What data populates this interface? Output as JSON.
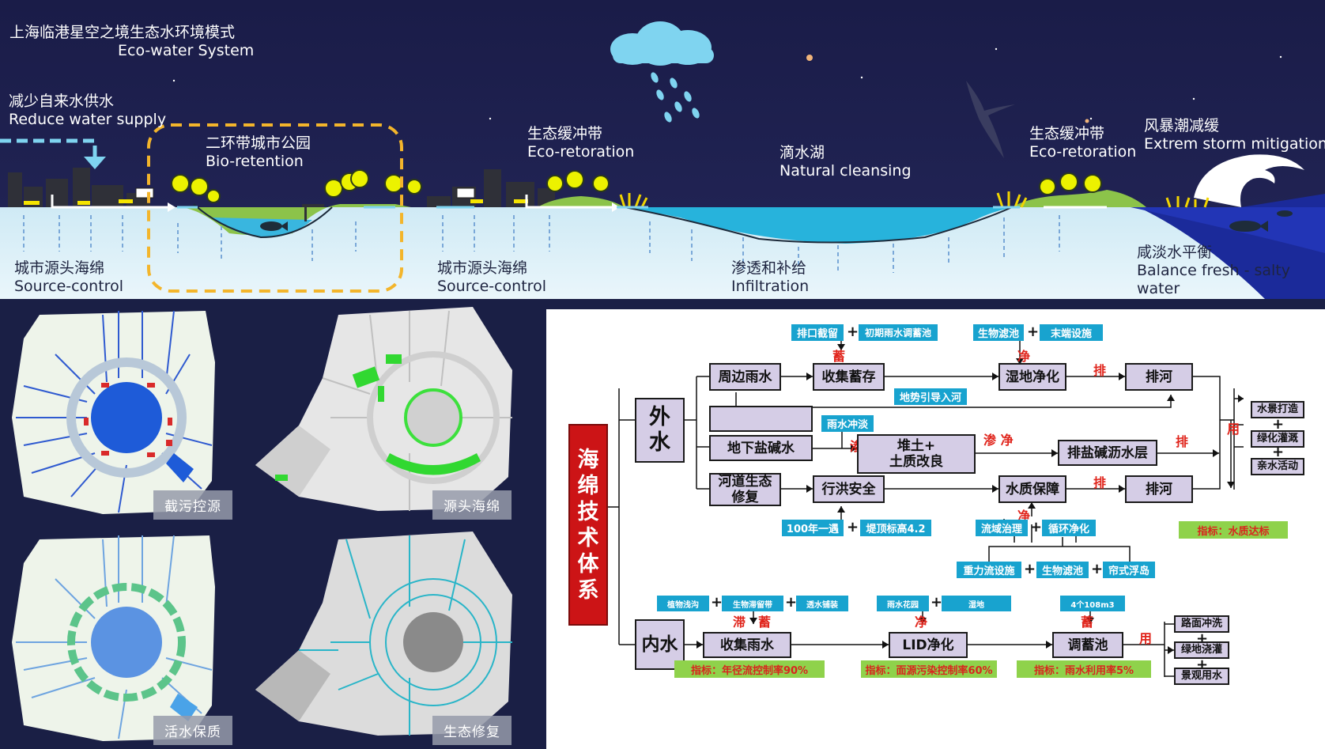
{
  "top": {
    "title_cn": "上海临港星空之境生态水环境模式",
    "title_en": "Eco-water System",
    "reduce_cn": "减少自来水供水",
    "reduce_en": "Reduce water supply",
    "park_cn": "二环带城市公园",
    "park_en": "Bio-retention",
    "eco1_cn": "生态缓冲带",
    "eco1_en": "Eco-retoration",
    "lake_cn": "滴水湖",
    "lake_en": "Natural cleansing",
    "eco2_cn": "生态缓冲带",
    "eco2_en": "Eco-retoration",
    "storm_cn": "风暴潮减缓",
    "storm_en": "Extrem storm mitigation",
    "source1_cn": "城市源头海绵",
    "source1_en": "Source-control",
    "source2_cn": "城市源头海绵",
    "source2_en": "Source-control",
    "infil_cn": "渗透和补给",
    "infil_en": "Infiltration",
    "balance_cn": "咸淡水平衡",
    "balance_en1": "Balance fresh - salty",
    "balance_en2": "water"
  },
  "maps": [
    "截污控源",
    "源头海绵",
    "活水保质",
    "生态修复"
  ],
  "diagram": {
    "side_title": [
      "海",
      "绵",
      "技",
      "术",
      "体",
      "系"
    ],
    "outer": [
      "外",
      "水"
    ],
    "inner": "内水",
    "boxes": {
      "periphery_rain": "周边雨水",
      "collect_store": "收集蓄存",
      "wetland": "湿地净化",
      "discharge1": "排河",
      "saline_ground": "地下盐碱水",
      "soil1": "堆土+",
      "soil2": "土质改良",
      "salt_layer": "排盐碱沥水层",
      "river_eco1": "河道生态",
      "river_eco2": "修复",
      "flood_safety": "行洪安全",
      "water_quality": "水质保障",
      "discharge2": "排河",
      "collect_rain": "收集雨水",
      "lid": "LID净化",
      "storage_pool": "调蓄池"
    },
    "tags": {
      "outlet_intercept": "排口截留",
      "initial_pool": "初期雨水调蓄池",
      "bio_filter1": "生物滤池",
      "end_facility": "末端设施",
      "terrain_guide": "地势引导入河",
      "rain_flush": "雨水冲淡",
      "flood_100": "100年一遇",
      "levee": "堤顶标高4.2",
      "basin": "流域治理",
      "circulation": "循环净化",
      "gravity": "重力流设施",
      "bio_filter2": "生物滤池",
      "curtain": "帘式浮岛",
      "plant_ditch": "植物浅沟",
      "bio_strip": "生物滞留带",
      "permeable": "透水铺装",
      "rain_garden": "雨水花园",
      "wetland_tag": "湿地",
      "capacity": "4个108m3"
    },
    "reds": {
      "store": "蓄",
      "clean1": "净",
      "discharge_a": "排",
      "seep": "渗",
      "seep_clean": "渗 净",
      "discharge_b": "排",
      "discharge_c": "排",
      "clean2": "净",
      "use1": "用",
      "lag": "滞",
      "store2": "蓄",
      "clean3": "净",
      "store3": "蓄",
      "use2": "用"
    },
    "outputs": [
      "水景打造",
      "绿化灌溉",
      "亲水活动"
    ],
    "outputs2": [
      "路面冲洗",
      "绿地浇灌",
      "景观用水"
    ],
    "indicators": {
      "quality": "指标：水质达标",
      "runoff": "指标：年径流控制率90%",
      "pollution": "指标：面源污染控制率60%",
      "reuse": "指标：雨水利用率5%"
    }
  },
  "colors": {
    "night_sky": "#1c1f4a",
    "water_light": "#dff2f8",
    "lake": "#27b3dc",
    "grass": "#8cc34a",
    "box_fill": "#d5cde6",
    "tag_blue": "#18a3cf",
    "indicator_green": "#8fd24b",
    "accent_red": "#cc1416",
    "dashed_yellow": "#f3b52b"
  }
}
